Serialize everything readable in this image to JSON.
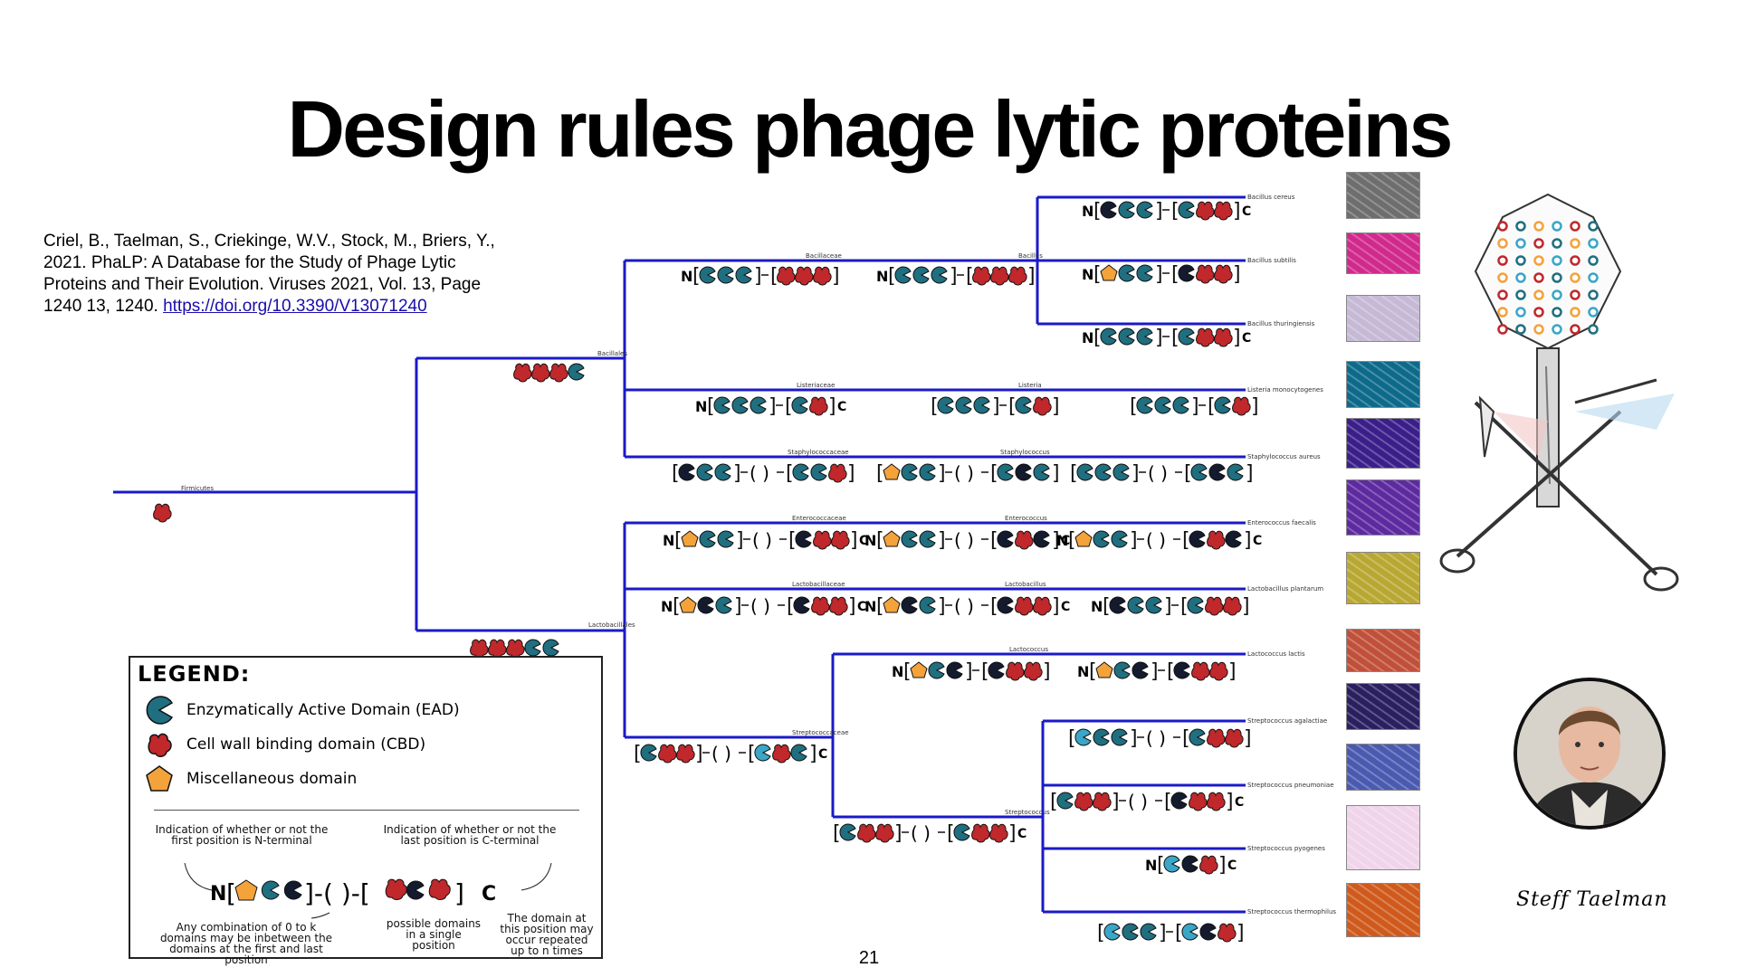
{
  "slide": {
    "title": "Design rules phage lytic proteins",
    "citation_text": "Criel, B., Taelman, S., Criekinge, W.V., Stock, M., Briers, Y., 2021. PhaLP: A Database for the Study of Phage Lytic Proteins and Their Evolution. Viruses 2021, Vol. 13, Page 1240 13, 1240.",
    "citation_link": "https://doi.org/10.3390/V13071240",
    "page_number": "21",
    "signature": "Steff Taelman"
  },
  "tree": {
    "clade_labels": [
      "Firmicutes",
      "Bacillales",
      "Bacillaceae",
      "Bacillus",
      "Listeriaceae",
      "Listeria",
      "Staphylococcaceae",
      "Staphylococcus",
      "Enterococcaceae",
      "Enterococcus",
      "Lactobacillaceae",
      "Lactobacillus",
      "Streptococcaceae",
      "Lactococcus",
      "Streptococcus",
      "Lactobacillales"
    ],
    "species": [
      "Bacillus cereus",
      "Bacillus subtilis",
      "Bacillus thuringiensis",
      "Listeria monocytogenes",
      "Staphylococcus aureus",
      "Enterococcus faecalis",
      "Lactobacillus plantarum",
      "Lactococcus lactis",
      "Streptococcus agalactiae",
      "Streptococcus pneumoniae",
      "Streptococcus pyogenes",
      "Streptococcus thermophilus"
    ],
    "branch_color": "#1a1ac8"
  },
  "legend": {
    "title": "LEGEND:",
    "items": [
      {
        "label": "Enzymatically Active Domain (EAD)",
        "icon": "pacman-icon",
        "color": "#1f6f80"
      },
      {
        "label": "Cell wall binding domain (CBD)",
        "icon": "blob-icon",
        "color": "#c0282b"
      },
      {
        "label": "Miscellaneous domain",
        "icon": "pentagon-icon",
        "color": "#f4a23a"
      }
    ],
    "note_n": "Indication of whether or not the first position is N-terminal",
    "note_c": "Indication of whether or not the last position is C-terminal",
    "note_any": "Any combination of 0 to k domains may be inbetween the domains at the first and last position",
    "note_possible": "possible domains in a single position",
    "note_repeat": "The domain at this position may occur repeated up to n times",
    "formula_n": "N",
    "formula_c": "C"
  },
  "colors": {
    "ead": "#1f6f80",
    "cbd": "#c0282b",
    "misc": "#f4a23a",
    "branch": "#1a1ac8",
    "link": "#1a0dab"
  }
}
